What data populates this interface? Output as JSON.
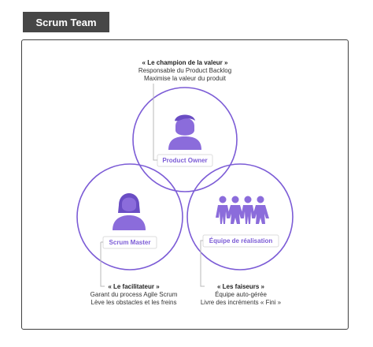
{
  "header": {
    "title": "Scrum Team"
  },
  "roles": [
    {
      "label": "Product Owner",
      "quote": "« Le champion de la valeur »",
      "lines": [
        "Responsable du Product Backlog",
        "Maximise la valeur du produit"
      ]
    },
    {
      "label": "Scrum Master",
      "quote": "« Le facilitateur »",
      "lines": [
        "Garant du process Agile Scrum",
        "Lève les obstacles et les freins"
      ]
    },
    {
      "label": "Équipe de réalisation",
      "quote": "« Les faiseurs »",
      "lines": [
        "Équipe auto-gérée",
        "Livre des incréments « Fini »"
      ]
    }
  ],
  "colors": {
    "accent": "#7c5cd6",
    "circle": "#7c5cd6",
    "header_bg": "#474747"
  },
  "icons": [
    "person-male-icon",
    "person-female-icon",
    "team-group-icon"
  ]
}
